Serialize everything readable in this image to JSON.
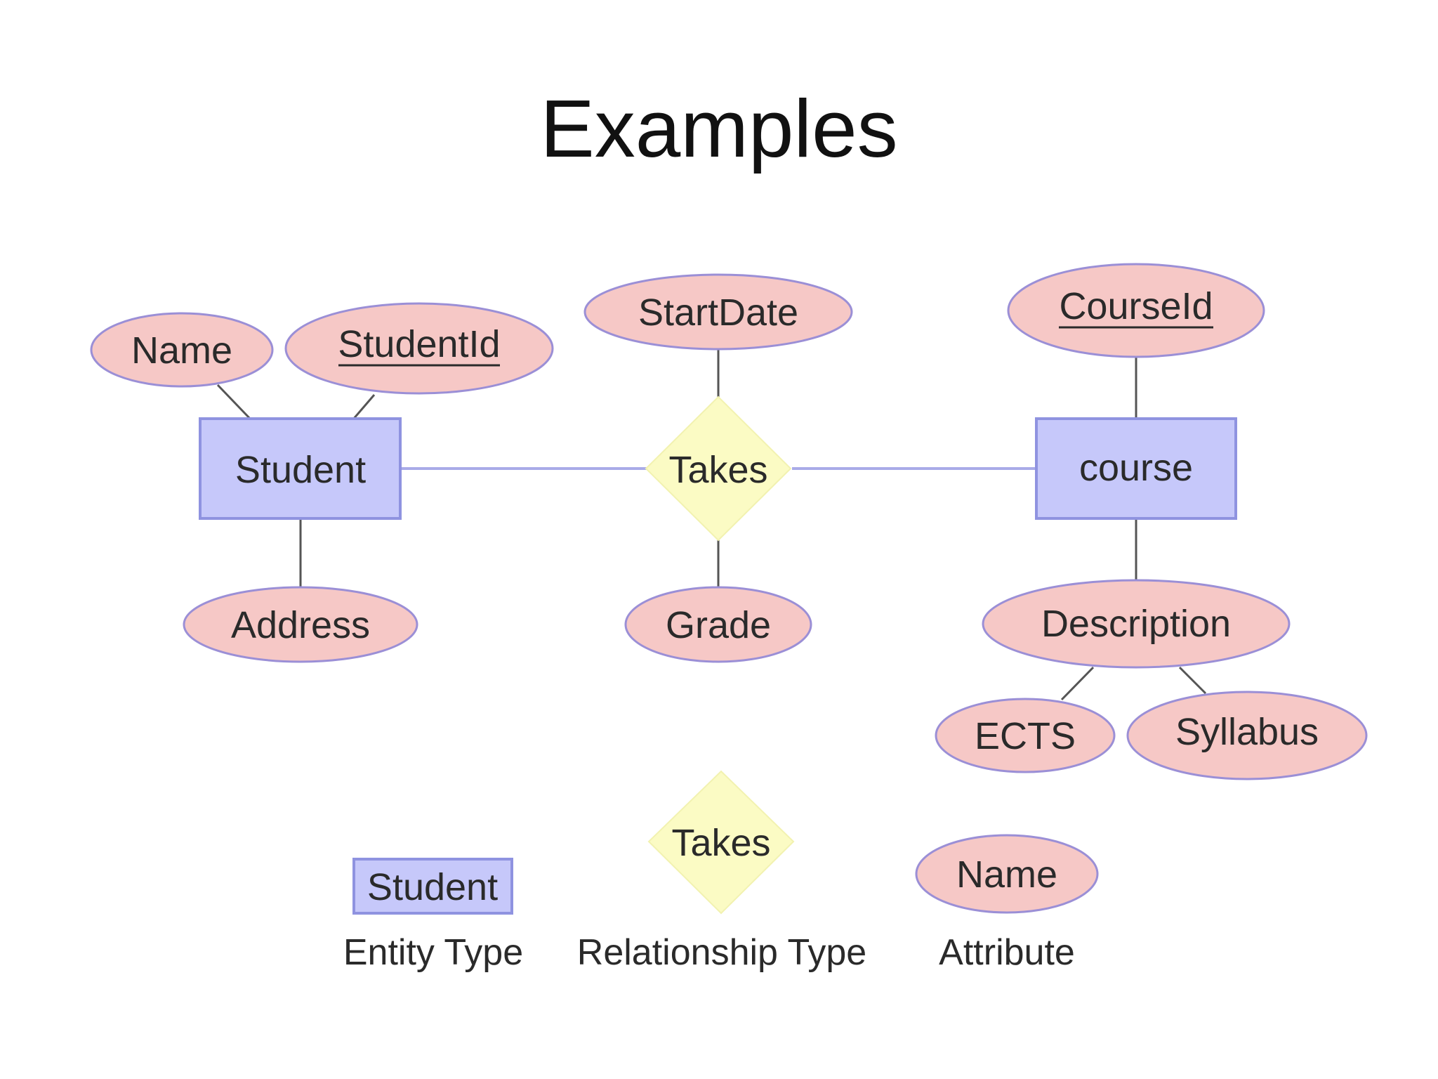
{
  "title": "Examples",
  "colors": {
    "entity_fill": "#c6c8fa",
    "entity_stroke": "#8f93e0",
    "relationship_fill": "#fbfbc4",
    "attribute_fill": "#f6c8c6",
    "attribute_stroke": "#9b8fd6",
    "connector": "#555555",
    "entity_connector": "#a9abe8"
  },
  "diagram": {
    "entities": [
      {
        "label": "Student"
      },
      {
        "label": "course"
      }
    ],
    "relationships": [
      {
        "label": "Takes"
      }
    ],
    "attributes": [
      {
        "label": "Name",
        "key": false
      },
      {
        "label": "StudentId",
        "key": true
      },
      {
        "label": "Address",
        "key": false
      },
      {
        "label": "StartDate",
        "key": false
      },
      {
        "label": "Grade",
        "key": false
      },
      {
        "label": "CourseId",
        "key": true
      },
      {
        "label": "Description",
        "key": false
      },
      {
        "label": "ECTS",
        "key": false
      },
      {
        "label": "Syllabus",
        "key": false
      }
    ]
  },
  "legend": [
    {
      "shape": "entity",
      "sample": "Student",
      "caption": "Entity Type"
    },
    {
      "shape": "relationship",
      "sample": "Takes",
      "caption": "Relationship Type"
    },
    {
      "shape": "attribute",
      "sample": "Name",
      "caption": "Attribute"
    }
  ]
}
